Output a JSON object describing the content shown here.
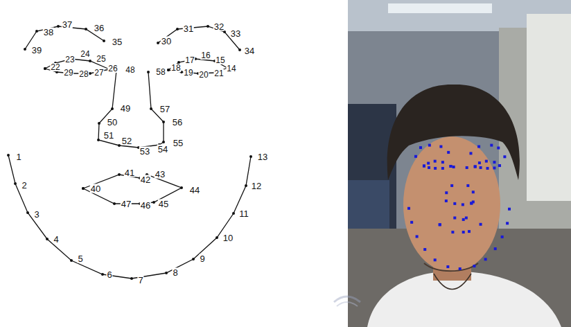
{
  "diagram": {
    "labels": [
      "1",
      "2",
      "3",
      "4",
      "5",
      "6",
      "7",
      "8",
      "9",
      "10",
      "11",
      "12",
      "13",
      "14",
      "15",
      "16",
      "17",
      "18",
      "19",
      "20",
      "21",
      "22",
      "23",
      "24",
      "25",
      "26",
      "27",
      "28",
      "29",
      "30",
      "31",
      "32",
      "33",
      "34",
      "35",
      "36",
      "37",
      "38",
      "39",
      "40",
      "41",
      "42",
      "43",
      "44",
      "45",
      "46",
      "47",
      "48",
      "49",
      "50",
      "51",
      "52",
      "53",
      "54",
      "55",
      "56",
      "57",
      "58"
    ]
  }
}
